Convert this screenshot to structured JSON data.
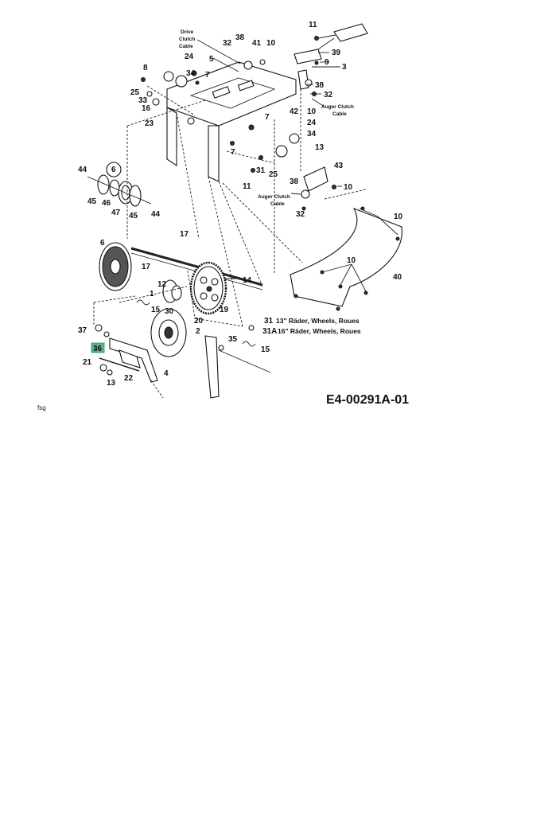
{
  "diagram": {
    "callouts": {
      "c1": "1",
      "c2": "2",
      "c3": "3",
      "c4": "4",
      "c5": "5",
      "c6": "6",
      "c7": "7",
      "c8": "8",
      "c9": "9",
      "c10": "10",
      "c11": "11",
      "c12": "12",
      "c13": "13",
      "c14": "14",
      "c15": "15",
      "c16": "16",
      "c17": "17",
      "c19": "19",
      "c20": "20",
      "c21": "21",
      "c22": "22",
      "c23": "23",
      "c24": "24",
      "c25": "25",
      "c30": "30",
      "c31": "31",
      "c31a": "31A",
      "c32": "32",
      "c33": "33",
      "c34": "34",
      "c35": "35",
      "c36": "36",
      "c37": "37",
      "c38": "38",
      "c39": "39",
      "c40": "40",
      "c41": "41",
      "c42": "42",
      "c43": "43",
      "c44": "44",
      "c45": "45",
      "c46": "46",
      "c47": "47"
    },
    "labels": {
      "drive_clutch_1": "Drive",
      "drive_clutch_2": "Clutch",
      "drive_clutch_3": "Cable",
      "auger_clutch_top_1": "Auger Clutch",
      "auger_clutch_top_2": "Cable",
      "auger_clutch_mid_1": "Auger Clutch",
      "auger_clutch_mid_2": "Cable",
      "wheels_13": "13\" Räder, Wheels, Roues",
      "wheels_16": "16\" Räder, Wheels, Roues"
    },
    "highlighted_callout": "36",
    "highlight_color": "#5ab98a"
  },
  "document_code": "E4-00291A-01",
  "footer_tag": "fsg"
}
